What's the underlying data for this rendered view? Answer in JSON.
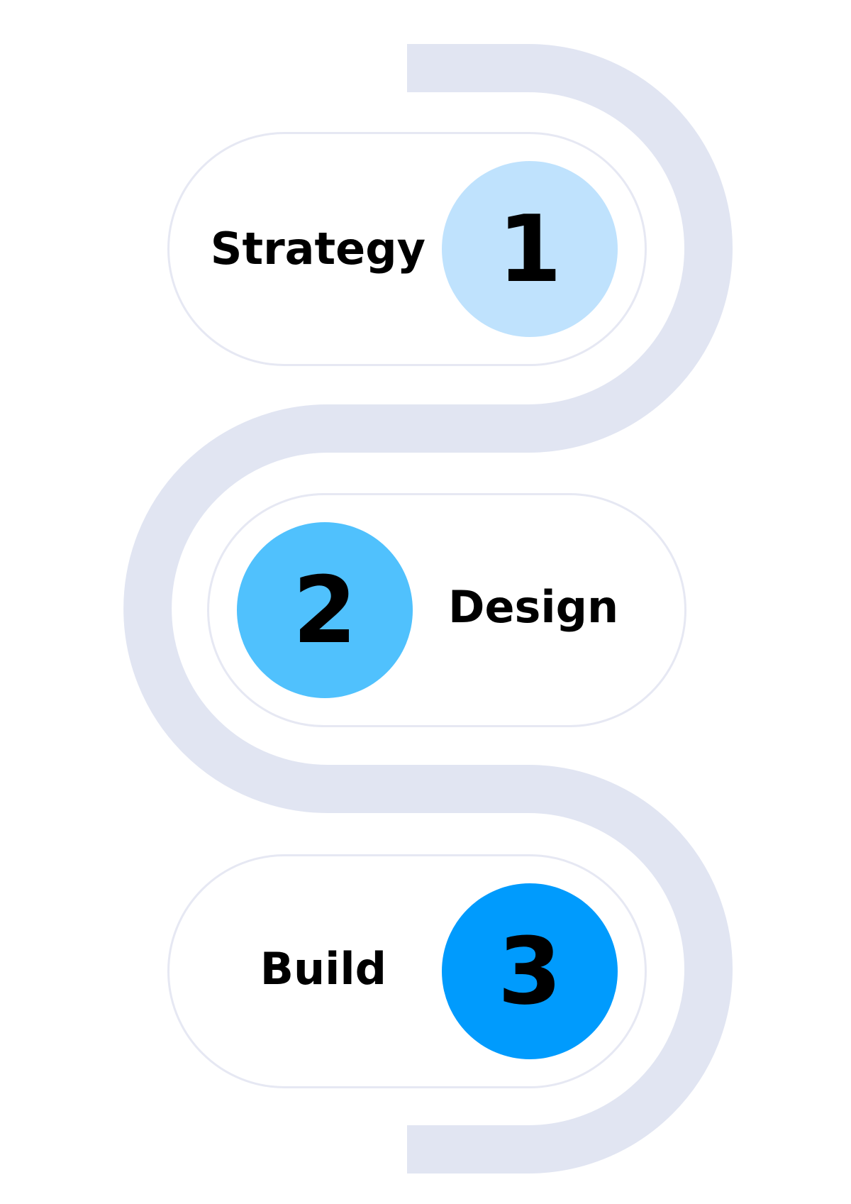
{
  "colors": {
    "track": "#e1e5f2",
    "pill_border": "#e6e8f3",
    "step_1": "#bfe2fd",
    "step_2": "#50c1fd",
    "step_3": "#009bfd",
    "text": "#000000"
  },
  "steps": [
    {
      "number": "1",
      "label": "Strategy"
    },
    {
      "number": "2",
      "label": "Design"
    },
    {
      "number": "3",
      "label": "Build"
    }
  ]
}
